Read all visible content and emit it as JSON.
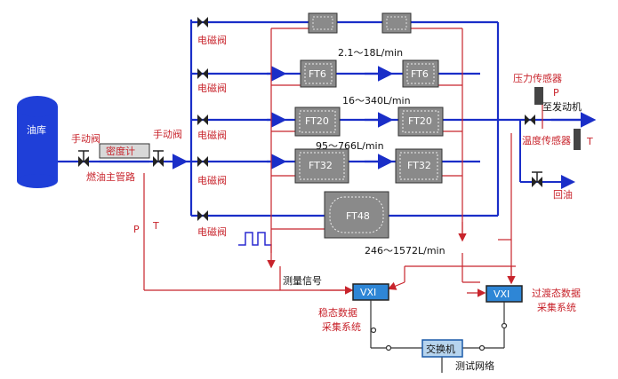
{
  "labels": {
    "tank": "油库",
    "manual_valve_left": "手动阀",
    "manual_valve_right": "手动阀",
    "density_meter": "密度计",
    "main_pipe": "燃油主管路",
    "solenoid_valve": "电磁阀",
    "p_left": "P",
    "t_left": "T",
    "measure_signal": "测量信号",
    "pressure_sensor": "压力传感器",
    "p_right": "P",
    "to_engine": "至发动机",
    "temp_sensor": "温度传感器",
    "t_right": "T",
    "return_oil": "回油",
    "vxi_left": "VXI",
    "vxi_right": "VXI",
    "steady_system_1": "稳态数据",
    "steady_system_2": "采集系统",
    "transient_system_1": "过渡态数据",
    "transient_system_2": "采集系统",
    "switch": "交换机",
    "test_network": "测试网络"
  },
  "flowmeters": {
    "ft6": "FT6",
    "ft20": "FT20",
    "ft32": "FT32",
    "ft48": "FT48"
  },
  "ranges": {
    "r1": "2.1～18L/min",
    "r2": "16～340L/min",
    "r3": "95～766L/min",
    "r4": "246～1572L/min"
  },
  "colors": {
    "pipe": "#1a2ec8",
    "signal": "#c8242c",
    "tank": "#1f3fd8",
    "meter_box": "#8a8a8a",
    "vxi_box": "#2e86d6"
  }
}
